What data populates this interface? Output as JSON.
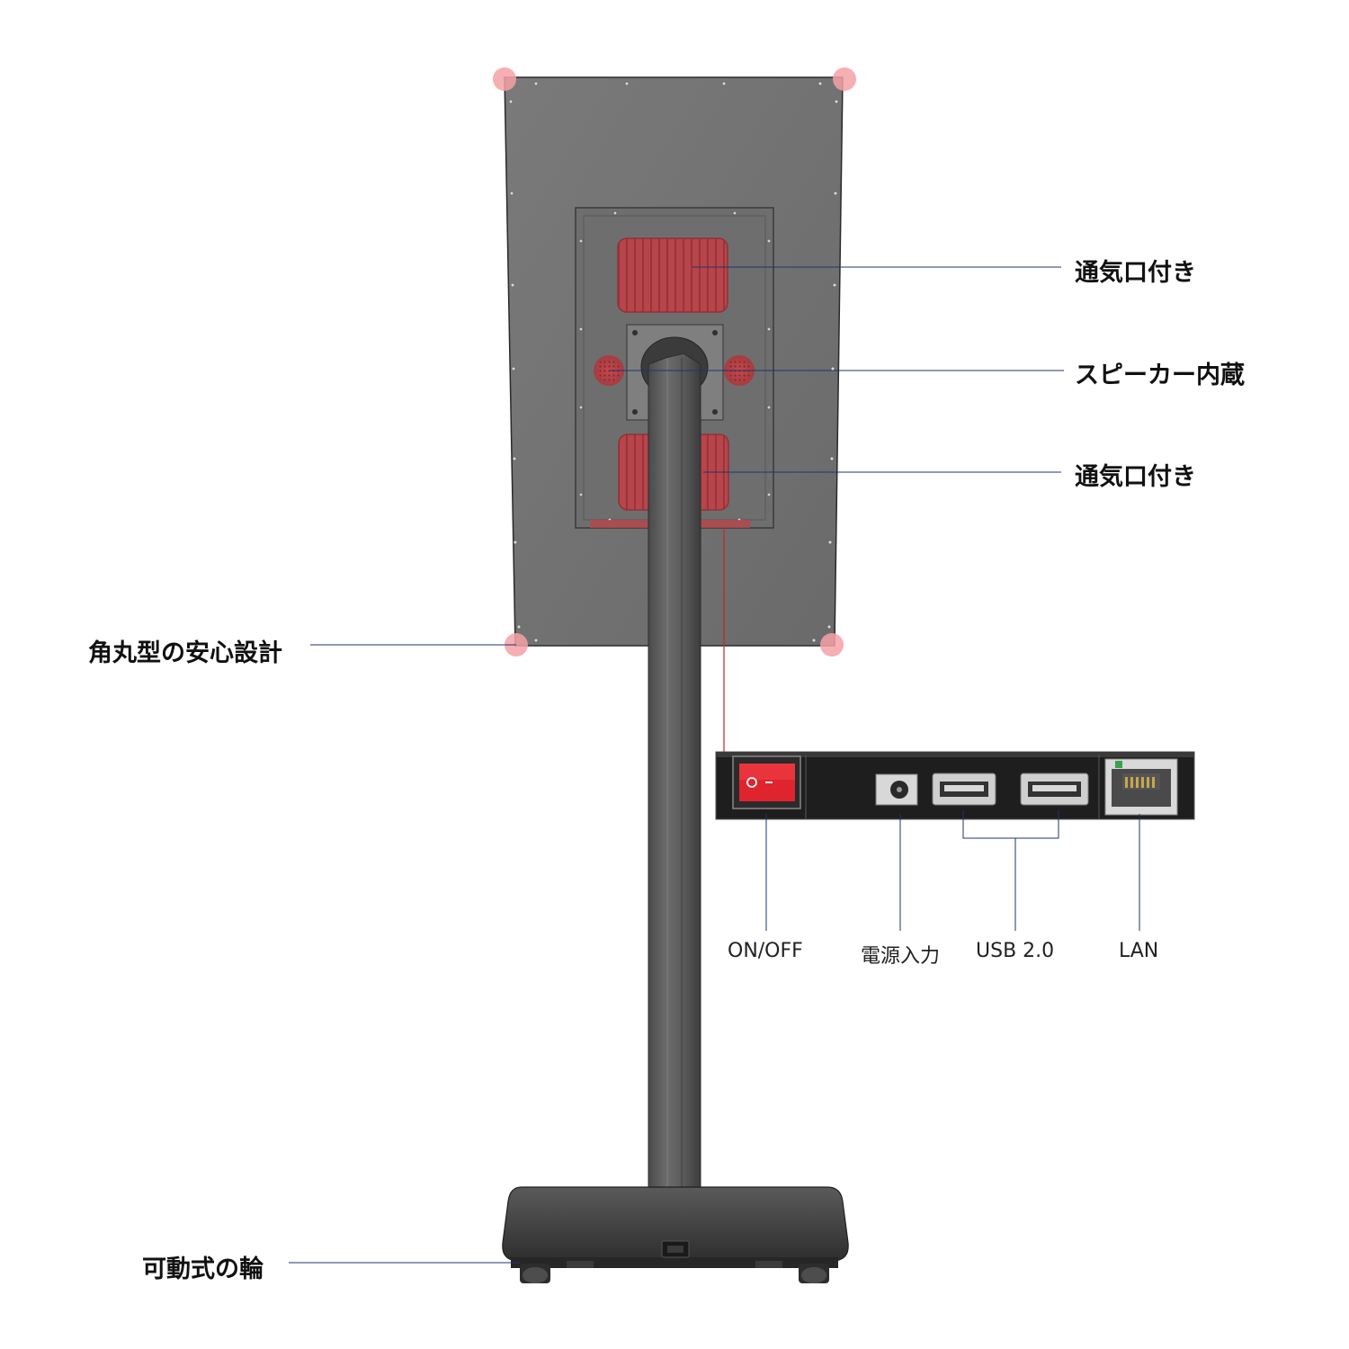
{
  "callouts": {
    "vent_top": "通気口付き",
    "speaker": "スピーカー内蔵",
    "vent_bottom": "通気口付き",
    "rounded_corners": "角丸型の安心設計",
    "wheels": "可動式の輪"
  },
  "ports": {
    "power_switch": "ON/OFF",
    "power_input": "電源入力",
    "usb": "USB 2.0",
    "lan": "LAN"
  },
  "colors": {
    "panel": "#747474",
    "vent_red": "#b7454b",
    "leader_line": "#22336e",
    "port_link_line": "#c0282a",
    "corner_marker": "#f4a1a6"
  }
}
